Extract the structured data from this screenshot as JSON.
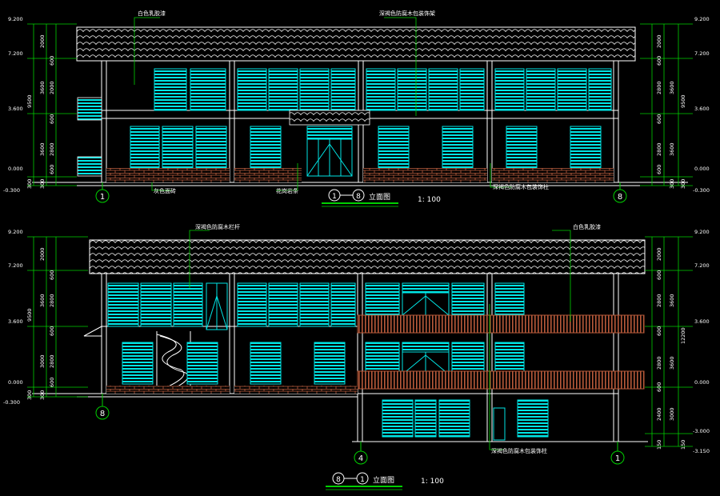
{
  "colors": {
    "background": "#000000",
    "outline": "#ffffff",
    "window": "#00e5e5",
    "dimension": "#00d000",
    "brick": "#c06040",
    "railing": "#b85a3a",
    "text": "#ffffff"
  },
  "elevation_top": {
    "title_axes": [
      "1",
      "8"
    ],
    "title_label": "立面图",
    "scale": "1: 100",
    "axis_left": "1",
    "axis_right": "8",
    "notes": {
      "roof_wall": "白色乳胶漆",
      "roof_decor": "深褐色防腐木包装饰架",
      "base_wall": "灰色面砖",
      "steps": "花岗岩条",
      "column": "深褐色防腐木包装饰柱"
    },
    "levels_left": [
      "9.200",
      "7.200",
      "3.600",
      "0.000",
      "-0.300"
    ],
    "levels_right": [
      "9.200",
      "7.200",
      "3.600",
      "0.000",
      "-0.300"
    ],
    "dims_left_outer": [
      "9500",
      "300"
    ],
    "dims_left_inner": [
      "2000",
      "600",
      "3600",
      "2000",
      "600",
      "3600",
      "2800",
      "600",
      "300"
    ],
    "dims_right_outer": [
      "9500",
      "300"
    ],
    "dims_right_inner": [
      "2000",
      "600",
      "3600",
      "2800",
      "600",
      "3600",
      "2800",
      "600",
      "300"
    ]
  },
  "elevation_bottom": {
    "title_axes": [
      "8",
      "1"
    ],
    "title_label": "立面图",
    "scale": "1: 100",
    "axis_left": "8",
    "axis_mid": "4",
    "axis_right": "1",
    "notes": {
      "railing": "深褐色防腐木栏杆",
      "wall": "白色乳胶漆",
      "column": "深褐色防腐木包装饰柱"
    },
    "levels_left": [
      "9.200",
      "7.200",
      "3.600",
      "0.000",
      "-0.300"
    ],
    "levels_right": [
      "9.200",
      "7.200",
      "3.600",
      "0.000",
      "-3.000",
      "-3.150"
    ],
    "dims_left_outer": [
      "9500",
      "300"
    ],
    "dims_left_inner": [
      "2000",
      "600",
      "3600",
      "2800",
      "600",
      "3000",
      "2800",
      "600",
      "300"
    ],
    "dims_right_outer": [
      "12200",
      "150"
    ],
    "dims_right_inner": [
      "2000",
      "600",
      "3600",
      "2800",
      "600",
      "3600",
      "2800",
      "600",
      "3000",
      "2400",
      "150"
    ]
  }
}
